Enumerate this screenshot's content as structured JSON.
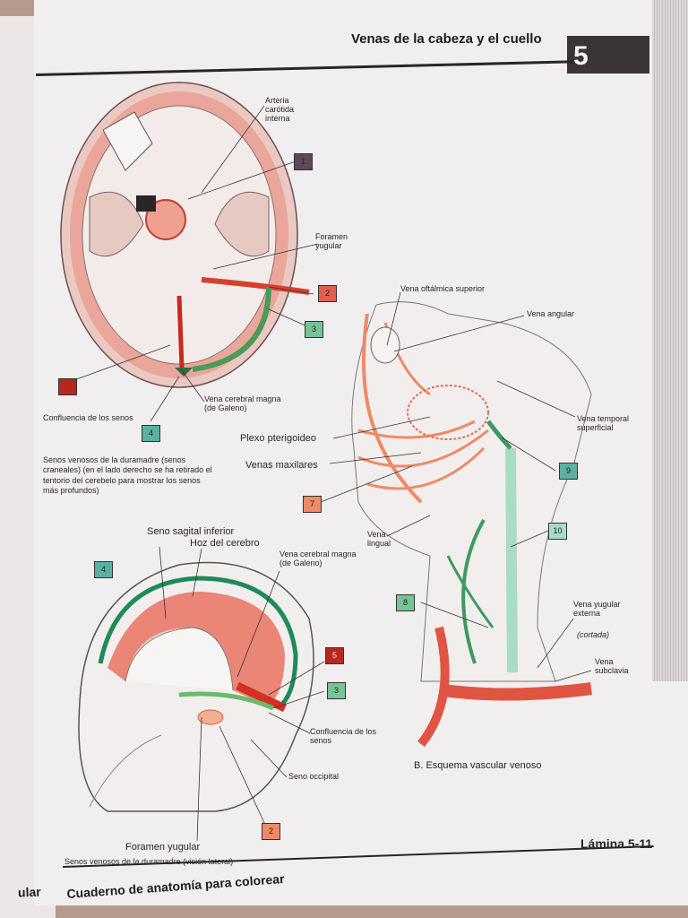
{
  "header": {
    "title": "Venas de la cabeza y el cuello",
    "chapter": "5"
  },
  "figA": {
    "labels": {
      "arteria_carotida": "Arteria carótida interna",
      "foramen_yugular": "Foramen yugular",
      "vena_cerebral_magna": "Vena cerebral magna (de Galeno)",
      "confluencia": "Confluencia de los senos"
    },
    "caption": "Senos venosos de la duramadre (senos craneales) (en el lado derecho se ha retirado el tentorio del cerebelo para mostrar los senos más profundos)"
  },
  "figB": {
    "labels": {
      "oftalmica": "Vena oftálmica superior",
      "angular": "Vena angular",
      "temporal": "Vena temporal superficial",
      "plexo": "Plexo pterigoideo",
      "maxilares": "Venas maxilares",
      "lingual": "Vena lingual",
      "yugular_ext": "Vena yugular externa",
      "cortada": "(cortada)",
      "subclavia": "Vena subclavia"
    },
    "caption": "B. Esquema vascular venoso"
  },
  "figC": {
    "labels": {
      "sagital_inferior": "Seno sagital inferior",
      "hoz": "Hoz del cerebro",
      "vena_cerebral_magna": "Vena cerebral magna (de Galeno)",
      "confluencia": "Confluencia de los senos",
      "occipital": "Seno occipital",
      "foramen_yugular": "Foramen yugular"
    },
    "caption": "Senos venosos de la duramadre (visión lateral)"
  },
  "badges": {
    "b1": "1",
    "b2": "2",
    "b3": "3",
    "b4": "4",
    "b7": "7",
    "b8": "8",
    "b9": "9",
    "b10": "10",
    "c2": "2",
    "c3": "3",
    "c4": "4",
    "c5": "5"
  },
  "footer": {
    "lamina": "Lámina 5-11",
    "book": "Cuaderno de anatomía para colorear",
    "left_page": "ular"
  },
  "colors": {
    "red_sinus": "#e06050",
    "green_sinus": "#4caf6a",
    "orange_vein": "#ef8a66",
    "teal_vein": "#6cc4a8"
  }
}
